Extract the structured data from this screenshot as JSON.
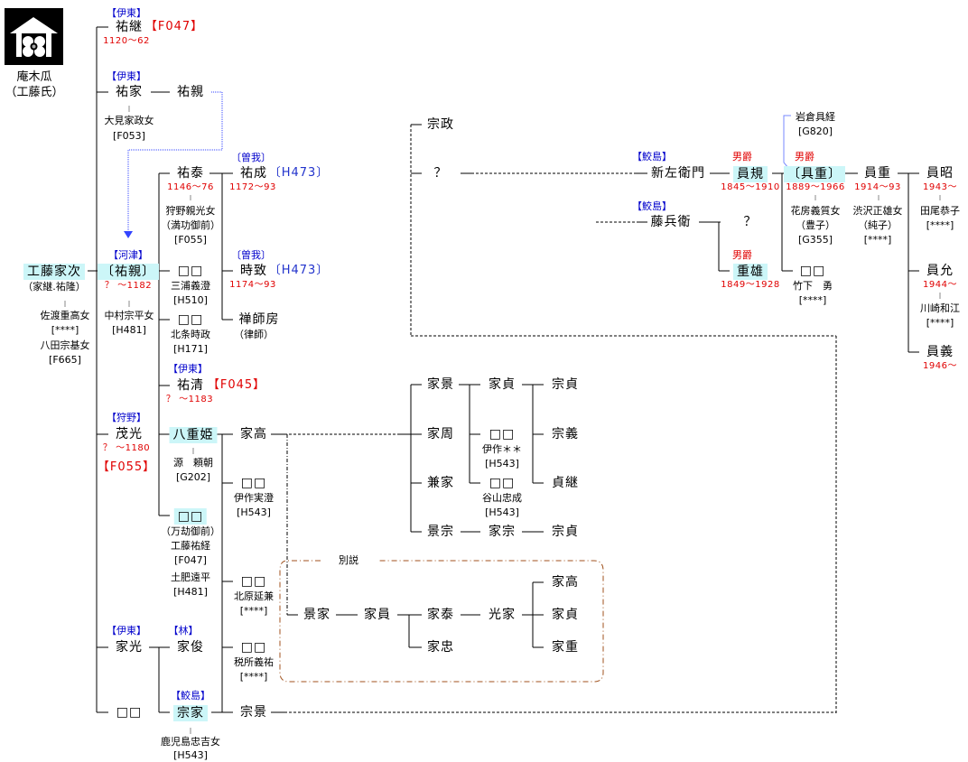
{
  "crest": {
    "icon": "iori-mokko-crest-icon",
    "name": "庵木瓜",
    "clan": "（工藤氏）"
  },
  "persons": {
    "kudo_ietsugu": {
      "name": "工藤家次",
      "alias": "（家継.祐隆）",
      "spouse1": "佐渡重高女",
      "spouse1_ref": "[****]",
      "spouse2": "八田宗基女",
      "spouse2_ref": "[F665]"
    },
    "suketsugu": {
      "clan": "【伊東】",
      "name": "祐継",
      "ref": "【F047】",
      "years": "1120〜62"
    },
    "sukeie": {
      "clan": "【伊東】",
      "name": "祐家",
      "spouse": "大見家政女",
      "spouse_ref": "[F053]"
    },
    "sukechika_1": {
      "name": "祐親"
    },
    "sukechika_2": {
      "clan": "【河津】",
      "name": "〔祐親〕",
      "years": "？ 〜1182",
      "spouse": "中村宗平女",
      "spouse_ref": "[H481]"
    },
    "mochimitsu": {
      "clan": "【狩野】",
      "name": "茂光",
      "years": "？ 〜1180",
      "ref": "【F055】"
    },
    "iemitsu": {
      "clan": "【伊東】",
      "name": "家光"
    },
    "unknown_child": {
      "name": "□□"
    },
    "sukeyasu": {
      "name": "祐泰",
      "years": "1146〜76",
      "spouse": "狩野親光女",
      "spouse_alias": "（満功御前）",
      "spouse_ref": "[F055]"
    },
    "daughter_miura": {
      "name": "□□",
      "spouse": "三浦義澄",
      "spouse_ref": "[H510]"
    },
    "daughter_hojo": {
      "name": "□□",
      "spouse": "北条時政",
      "spouse_ref": "[H171]"
    },
    "sukekiyo": {
      "clan": "【伊東】",
      "name": "祐清",
      "ref": "【F045】",
      "years": "？ 〜1183"
    },
    "yaehime": {
      "name": "八重姫",
      "spouse": "源　頼朝",
      "spouse_ref": "[G202]"
    },
    "mangoh": {
      "name": "□□",
      "alias": "（万劫御前）",
      "spouse1": "工藤祐経",
      "spouse1_ref": "[F047]",
      "spouse2": "土肥遠平",
      "spouse2_ref": "[H481]"
    },
    "sukenari": {
      "clan": "〔曽我〕",
      "name": "祐成",
      "ref": "〔H473〕",
      "years": "1172〜93"
    },
    "tokimune": {
      "clan": "〔曽我〕",
      "name": "時致",
      "ref": "〔H473〕",
      "years": "1174〜93"
    },
    "zenjibo": {
      "name": "禅師房",
      "alias": "（律師）"
    },
    "ietoshi": {
      "clan": "【林】",
      "name": "家俊"
    },
    "muneie": {
      "clan": "【鮫島】",
      "name": "宗家",
      "spouse": "鹿児島忠吉女",
      "spouse_ref": "[H543]"
    },
    "ietaka": {
      "name": "家高"
    },
    "daughter_isaku": {
      "name": "□□",
      "spouse": "伊作実澄",
      "spouse_ref": "[H543]"
    },
    "daughter_kitahara": {
      "name": "□□",
      "spouse": "北原延兼",
      "spouse_ref": "[****]"
    },
    "daughter_zeisho": {
      "name": "□□",
      "spouse": "税所義祐",
      "spouse_ref": "[****]"
    },
    "munekage": {
      "name": "宗景"
    },
    "munemasa": {
      "name": "宗政"
    },
    "unknown_q": {
      "name": "？"
    },
    "iekage": {
      "name": "家景"
    },
    "iechika": {
      "name": "家周"
    },
    "kaneie": {
      "name": "兼家"
    },
    "kagemune": {
      "name": "景宗"
    },
    "iesada": {
      "name": "家貞"
    },
    "daughter_isaku2": {
      "name": "□□",
      "spouse": "伊作＊＊",
      "spouse_ref": "[H543]"
    },
    "daughter_taniyama": {
      "name": "□□",
      "spouse": "谷山忠成",
      "spouse_ref": "[H543]"
    },
    "iemune": {
      "name": "家宗"
    },
    "munesada1": {
      "name": "宗貞"
    },
    "muneyoshi": {
      "name": "宗義"
    },
    "sadatsugu": {
      "name": "貞継"
    },
    "munesada2": {
      "name": "宗貞"
    },
    "shinzaemon": {
      "clan": "【鮫島】",
      "name": "新左衛門"
    },
    "tobei": {
      "clan": "【鮫島】",
      "name": "藤兵衛"
    },
    "kazunori": {
      "title": "男爵",
      "name": "員規",
      "years": "1845〜1910"
    },
    "unknown_q2": {
      "name": "？"
    },
    "shigeo": {
      "title": "男爵",
      "name": "重雄",
      "years": "1849〜1928"
    },
    "iwakura": {
      "name": "岩倉具経",
      "ref": "[G820]"
    },
    "tomoshige": {
      "title": "男爵",
      "name": "〔具重〕",
      "years": "1889〜1966",
      "spouse": "花房義質女",
      "spouse_alias": "（豊子）",
      "spouse_ref": "[G355]"
    },
    "daughter_takeshita": {
      "name": "□□",
      "spouse": "竹下　勇",
      "spouse_ref": "[****]"
    },
    "kazushige": {
      "name": "員重",
      "years": "1914〜93",
      "spouse": "渋沢正雄女",
      "spouse_alias": "（純子）",
      "spouse_ref": "[****]"
    },
    "kazuaki": {
      "name": "員昭",
      "years": "1943〜",
      "spouse": "田尾恭子",
      "spouse_ref": "[****]"
    },
    "kazumasa": {
      "name": "員允",
      "years": "1944〜",
      "spouse": "川崎和江",
      "spouse_ref": "[****]"
    },
    "kazuyoshi": {
      "name": "員義",
      "years": "1946〜"
    }
  },
  "alt_theory": {
    "label": "別説",
    "kageie": "景家",
    "iekazu": "家員",
    "ieyasu": "家泰",
    "ietada": "家忠",
    "mitsuie": "光家",
    "ietaka": "家高",
    "iesada": "家貞",
    "ieshige": "家重"
  },
  "colors": {
    "highlight": "#ccf6f8",
    "year_red": "#e00000",
    "clan_blue": "#0000cc",
    "adoption_arrow": "#3344ff",
    "alt_box": "#a0521e"
  }
}
